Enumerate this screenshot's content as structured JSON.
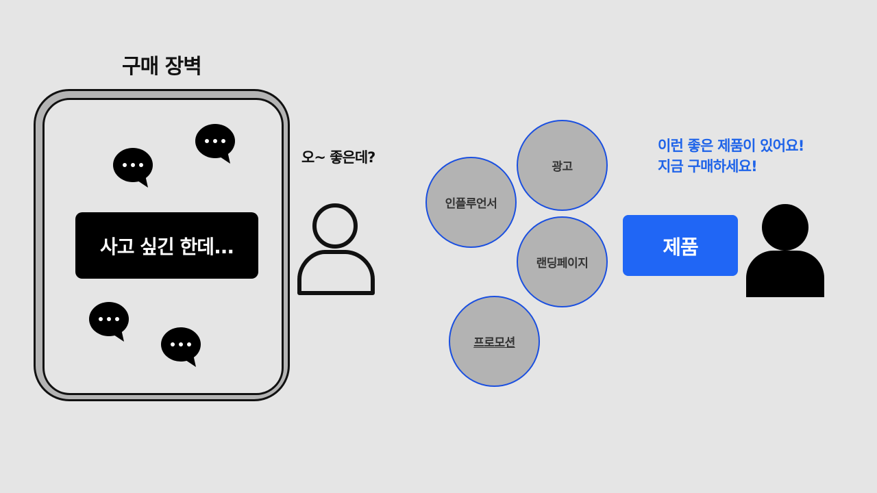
{
  "wall": {
    "title": "구매 장벽",
    "thought": "사고 싶긴 한데..."
  },
  "customer": {
    "reaction": "오~ 좋은데?"
  },
  "channels": {
    "items": [
      "광고",
      "인플루언서",
      "랜딩페이지",
      "프로모션"
    ]
  },
  "seller": {
    "product_label": "제품",
    "pitch_line1": "이런 좋은 제품이 있어요!",
    "pitch_line2": "지금 구매하세요!"
  },
  "colors": {
    "background": "#e5e5e5",
    "accent_blue": "#2066f5",
    "pitch_text": "#1e63e9",
    "circle_fill": "#b3b3b3",
    "circle_border": "#1a4fe0"
  }
}
